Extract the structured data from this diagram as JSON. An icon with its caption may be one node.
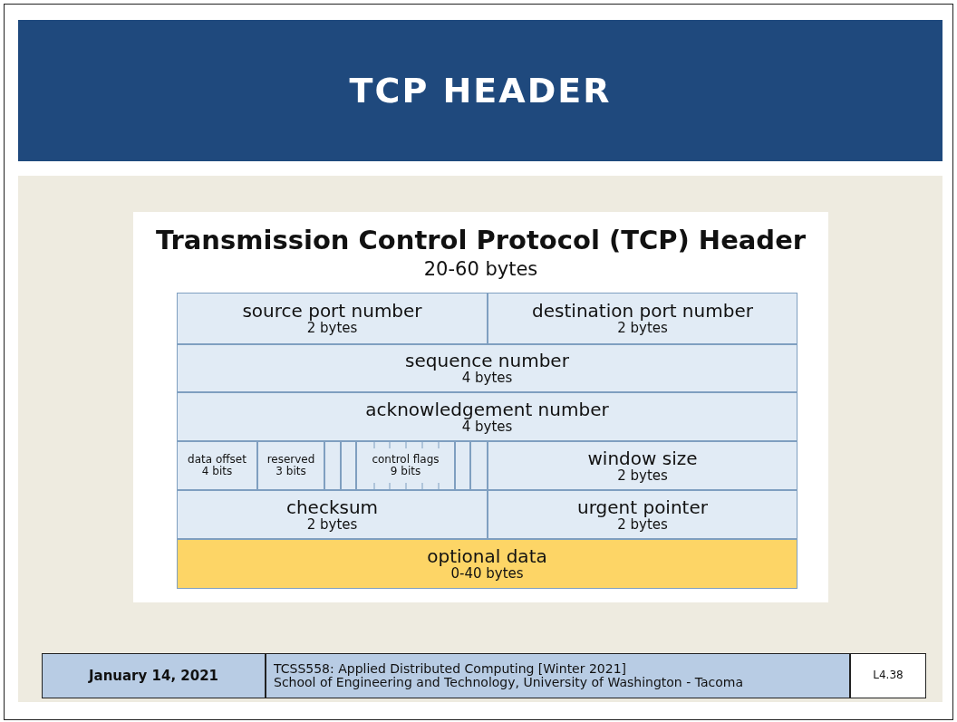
{
  "diagram": {
    "title": "TCP HEADER",
    "nodes": [
      {
        "text": [
          "source port number",
          "2 bytes"
        ]
      },
      {
        "text": [
          "destination port number",
          "2 bytes"
        ]
      },
      {
        "text": [
          "sequence number",
          "4 bytes"
        ]
      },
      {
        "text": [
          "acknowledgement number",
          "4 bytes"
        ]
      },
      {
        "text": [
          "data offset",
          "4 bits"
        ]
      },
      {
        "text": [
          "reserved",
          "3 bits"
        ]
      },
      {
        "text": [],
        "shape": "box"
      },
      {
        "text": [],
        "shape": "box"
      },
      {
        "text": [
          "control flags",
          "9 bits"
        ]
      },
      {
        "text": [],
        "shape": "box"
      },
      {
        "text": [],
        "shape": "box"
      },
      {
        "text": [
          "window size",
          "2 bytes"
        ]
      },
      {
        "text": [
          "checksum",
          "2 bytes"
        ]
      },
      {
        "text": [
          "urgent pointer",
          "2 bytes"
        ]
      },
      {
        "text": [
          "optional data",
          "0-40 bytes"
        ]
      },
      {
        "text": [
          "January 14, 2021"
        ]
      },
      {
        "text": [
          "TCSS558: Applied Distributed Computing [Winter 2021]",
          "School of Engineering and Technology, University of Washington - Tacoma"
        ]
      },
      {
        "text": [
          "L4.38"
        ]
      }
    ],
    "edges": [],
    "labels": [
      "Transmission Control Protocol (TCP) Header",
      "20-60 bytes"
    ]
  }
}
